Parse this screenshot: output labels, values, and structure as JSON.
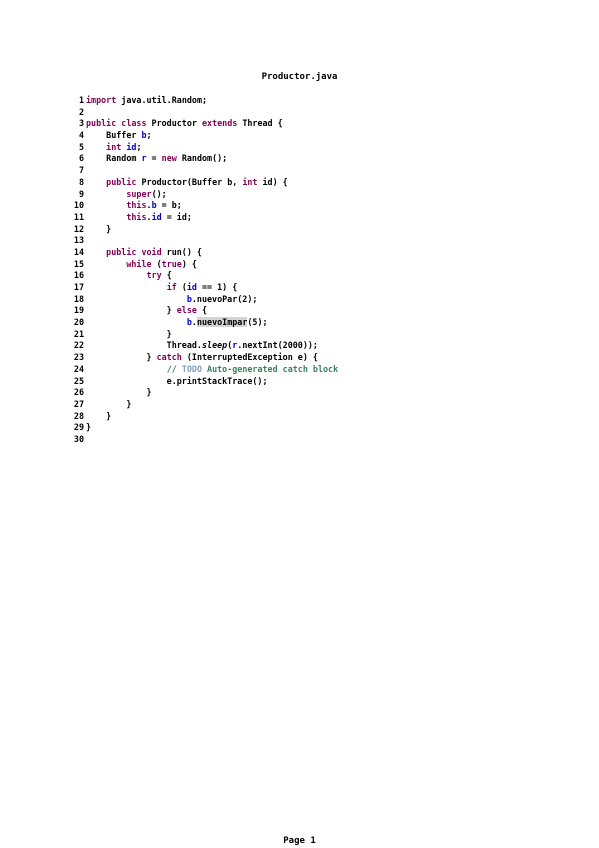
{
  "document": {
    "title": "Productor.java",
    "footer": "Page 1"
  },
  "code_lines": [
    {
      "n": "1",
      "segs": [
        {
          "t": "import",
          "c": "kw"
        },
        {
          "t": " java.util.Random;",
          "c": ""
        }
      ]
    },
    {
      "n": "2",
      "segs": []
    },
    {
      "n": "3",
      "segs": [
        {
          "t": "public class",
          "c": "kw"
        },
        {
          "t": " Productor ",
          "c": ""
        },
        {
          "t": "extends",
          "c": "kw"
        },
        {
          "t": " Thread {",
          "c": ""
        }
      ]
    },
    {
      "n": "4",
      "segs": [
        {
          "t": "    Buffer ",
          "c": ""
        },
        {
          "t": "b",
          "c": "fld"
        },
        {
          "t": ";",
          "c": ""
        }
      ]
    },
    {
      "n": "5",
      "segs": [
        {
          "t": "    ",
          "c": ""
        },
        {
          "t": "int",
          "c": "kw"
        },
        {
          "t": " ",
          "c": ""
        },
        {
          "t": "id",
          "c": "fld"
        },
        {
          "t": ";",
          "c": ""
        }
      ]
    },
    {
      "n": "6",
      "segs": [
        {
          "t": "    Random ",
          "c": ""
        },
        {
          "t": "r",
          "c": "fld"
        },
        {
          "t": " = ",
          "c": ""
        },
        {
          "t": "new",
          "c": "kw"
        },
        {
          "t": " Random();",
          "c": ""
        }
      ]
    },
    {
      "n": "7",
      "segs": []
    },
    {
      "n": "8",
      "segs": [
        {
          "t": "    ",
          "c": ""
        },
        {
          "t": "public",
          "c": "kw"
        },
        {
          "t": " Productor(Buffer b, ",
          "c": ""
        },
        {
          "t": "int",
          "c": "kw"
        },
        {
          "t": " id) {",
          "c": ""
        }
      ]
    },
    {
      "n": "9",
      "segs": [
        {
          "t": "        ",
          "c": ""
        },
        {
          "t": "super",
          "c": "kw"
        },
        {
          "t": "();",
          "c": ""
        }
      ]
    },
    {
      "n": "10",
      "segs": [
        {
          "t": "        ",
          "c": ""
        },
        {
          "t": "this",
          "c": "kw"
        },
        {
          "t": ".",
          "c": ""
        },
        {
          "t": "b",
          "c": "fld"
        },
        {
          "t": " = b;",
          "c": ""
        }
      ]
    },
    {
      "n": "11",
      "segs": [
        {
          "t": "        ",
          "c": ""
        },
        {
          "t": "this",
          "c": "kw"
        },
        {
          "t": ".",
          "c": ""
        },
        {
          "t": "id",
          "c": "fld"
        },
        {
          "t": " = id;",
          "c": ""
        }
      ]
    },
    {
      "n": "12",
      "segs": [
        {
          "t": "    }",
          "c": ""
        }
      ]
    },
    {
      "n": "13",
      "segs": []
    },
    {
      "n": "14",
      "segs": [
        {
          "t": "    ",
          "c": ""
        },
        {
          "t": "public void",
          "c": "kw"
        },
        {
          "t": " run() {",
          "c": ""
        }
      ]
    },
    {
      "n": "15",
      "segs": [
        {
          "t": "        ",
          "c": ""
        },
        {
          "t": "while",
          "c": "kw"
        },
        {
          "t": " (",
          "c": ""
        },
        {
          "t": "true",
          "c": "kw"
        },
        {
          "t": ") {",
          "c": ""
        }
      ]
    },
    {
      "n": "16",
      "segs": [
        {
          "t": "            ",
          "c": ""
        },
        {
          "t": "try",
          "c": "kw"
        },
        {
          "t": " {",
          "c": ""
        }
      ]
    },
    {
      "n": "17",
      "segs": [
        {
          "t": "                ",
          "c": ""
        },
        {
          "t": "if",
          "c": "kw"
        },
        {
          "t": " (",
          "c": ""
        },
        {
          "t": "id",
          "c": "fld"
        },
        {
          "t": " == 1) {",
          "c": ""
        }
      ]
    },
    {
      "n": "18",
      "segs": [
        {
          "t": "                    ",
          "c": ""
        },
        {
          "t": "b",
          "c": "fld"
        },
        {
          "t": ".nuevoPar(2);",
          "c": ""
        }
      ]
    },
    {
      "n": "19",
      "segs": [
        {
          "t": "                } ",
          "c": ""
        },
        {
          "t": "else",
          "c": "kw"
        },
        {
          "t": " {",
          "c": ""
        }
      ]
    },
    {
      "n": "20",
      "segs": [
        {
          "t": "                    ",
          "c": ""
        },
        {
          "t": "b",
          "c": "fld"
        },
        {
          "t": ".",
          "c": ""
        },
        {
          "t": "nuevoImpar",
          "c": "hl"
        },
        {
          "t": "(5);",
          "c": ""
        }
      ]
    },
    {
      "n": "21",
      "segs": [
        {
          "t": "                }",
          "c": ""
        }
      ]
    },
    {
      "n": "22",
      "segs": [
        {
          "t": "                Thread.",
          "c": ""
        },
        {
          "t": "sleep",
          "c": "it"
        },
        {
          "t": "(",
          "c": ""
        },
        {
          "t": "r",
          "c": "fld"
        },
        {
          "t": ".nextInt(2000));",
          "c": ""
        }
      ]
    },
    {
      "n": "23",
      "segs": [
        {
          "t": "            } ",
          "c": ""
        },
        {
          "t": "catch",
          "c": "kw"
        },
        {
          "t": " (InterruptedException e) {",
          "c": ""
        }
      ]
    },
    {
      "n": "24",
      "segs": [
        {
          "t": "                ",
          "c": ""
        },
        {
          "t": "// ",
          "c": "cmt"
        },
        {
          "t": "TODO",
          "c": "todo"
        },
        {
          "t": " Auto-generated catch block",
          "c": "cmt"
        }
      ]
    },
    {
      "n": "25",
      "segs": [
        {
          "t": "                e.printStackTrace();",
          "c": ""
        }
      ]
    },
    {
      "n": "26",
      "segs": [
        {
          "t": "            }",
          "c": ""
        }
      ]
    },
    {
      "n": "27",
      "segs": [
        {
          "t": "        }",
          "c": ""
        }
      ]
    },
    {
      "n": "28",
      "segs": [
        {
          "t": "    }",
          "c": ""
        }
      ]
    },
    {
      "n": "29",
      "segs": [
        {
          "t": "}",
          "c": ""
        }
      ]
    },
    {
      "n": "30",
      "segs": []
    }
  ]
}
